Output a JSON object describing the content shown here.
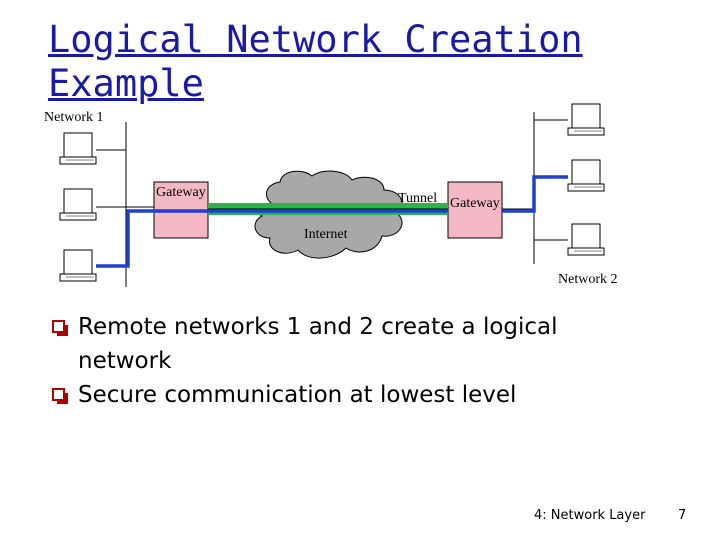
{
  "slide": {
    "title": "Logical Network Creation Example",
    "footer_label": "4: Network Layer",
    "page_number": "7"
  },
  "diagram": {
    "network1_label": "Network 1",
    "network2_label": "Network 2",
    "gateway_left_label": "Gateway",
    "gateway_right_label": "Gateway",
    "tunnel_label": "Tunnel",
    "internet_label": "Internet"
  },
  "bullets": [
    "Remote networks 1 and 2 create a logical network",
    "Secure communication at lowest level"
  ],
  "colors": {
    "title": "#1a1aa6",
    "gateway_fill": "#f4b8c4",
    "cloud_fill": "#a8a8a8",
    "logical_link": "#1e3fd0",
    "tunnel_green": "#2db34a",
    "bullet_red": "#b00000"
  }
}
